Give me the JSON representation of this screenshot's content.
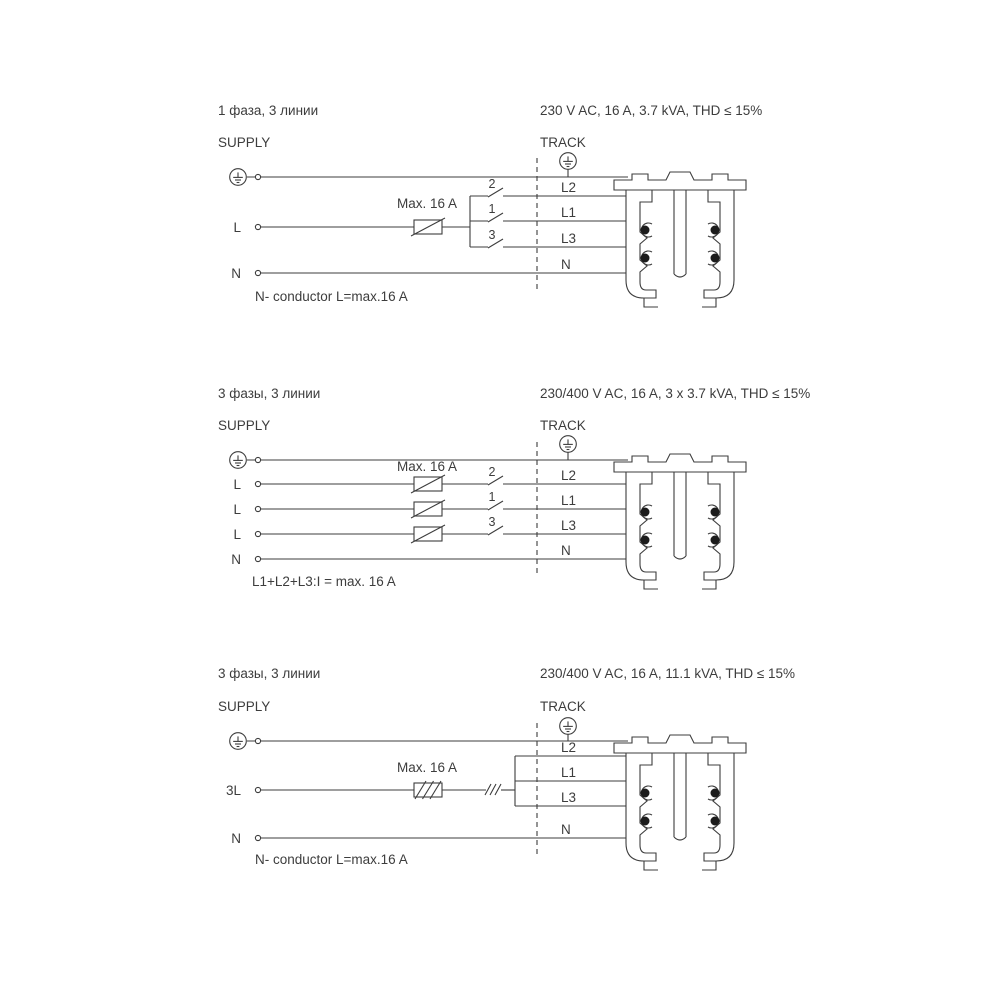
{
  "page": {
    "background": "#ffffff",
    "line_color": "#3d3d3d"
  },
  "diagrams": [
    {
      "title": "1 фаза, 3 линии",
      "spec": "230 V AC, 16 A, 3.7 kVA, THD ≤ 15%",
      "supply_label": "SUPPLY",
      "track_label": "TRACK",
      "fuse_label": "Max. 16 A",
      "supply_terminals": [
        "L",
        "N"
      ],
      "switch_labels": [
        "2",
        "1",
        "3"
      ],
      "track_terminals": [
        "L2",
        "L1",
        "L3",
        "N"
      ],
      "note": "N- conductor  L=max.16 A"
    },
    {
      "title": "3 фазы, 3 линии",
      "spec": "230/400 V AC, 16 A, 3 x 3.7 kVA, THD ≤ 15%",
      "supply_label": "SUPPLY",
      "track_label": "TRACK",
      "fuse_label": "Max. 16 A",
      "supply_terminals": [
        "L",
        "L",
        "L",
        "N"
      ],
      "switch_labels": [
        "2",
        "1",
        "3"
      ],
      "track_terminals": [
        "L2",
        "L1",
        "L3",
        "N"
      ],
      "note": "L1+L2+L3:I = max. 16 A"
    },
    {
      "title": "3 фазы, 3 линии",
      "spec": "230/400 V AC, 16 A, 11.1 kVA, THD ≤ 15%",
      "supply_label": "SUPPLY",
      "track_label": "TRACK",
      "fuse_label": "Max. 16 A",
      "supply_terminals": [
        "3L",
        "N"
      ],
      "switch_labels": [],
      "track_terminals": [
        "L2",
        "L1",
        "L3",
        "N"
      ],
      "note": "N- conductor  L=max.16 A"
    }
  ]
}
